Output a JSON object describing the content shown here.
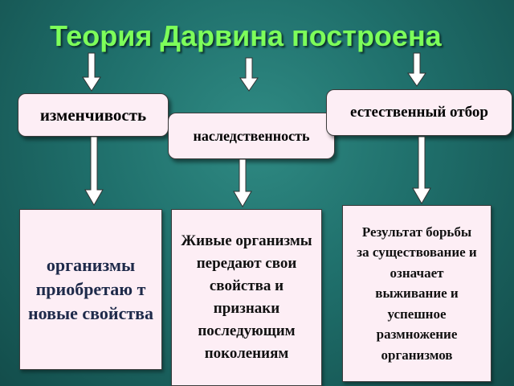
{
  "title": "Теория Дарвина построена",
  "factors": {
    "left": "изменчивость",
    "middle": "наследственность",
    "right": "естественный отбор"
  },
  "descriptions": {
    "left": "организмы приобретаю т новые свойства",
    "middle": "Живые организмы передают свои свойства и признаки последующим поколениям",
    "right": "Результат борьбы за существование и означает выживание и успешное размножение организмов"
  },
  "colors": {
    "title": "#7dff5a",
    "box_fill": "#fdeef5",
    "background": "#1f6f6b"
  }
}
